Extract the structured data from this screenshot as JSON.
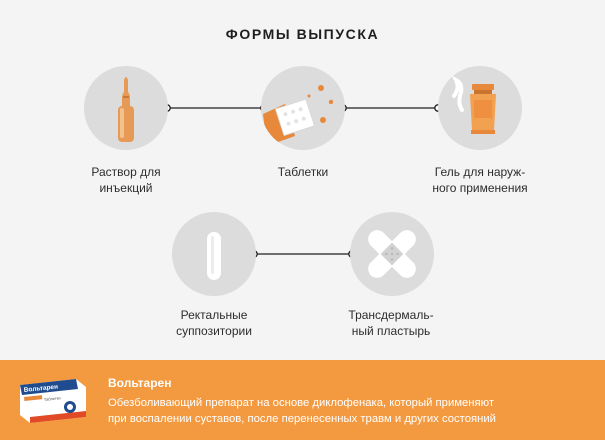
{
  "header": {
    "title": "ФОРМЫ ВЫПУСКА"
  },
  "forms": [
    {
      "icon": "ampoule-icon",
      "lines": [
        "Раствор для",
        "инъекций"
      ]
    },
    {
      "icon": "tablets-icon",
      "lines": [
        "Таблетки"
      ]
    },
    {
      "icon": "gel-tube-icon",
      "lines": [
        "Гель для наруж-",
        "ного применения"
      ]
    },
    {
      "icon": "suppository-icon",
      "lines": [
        "Ректальные",
        "суппозитории"
      ]
    },
    {
      "icon": "patch-icon",
      "lines": [
        "Трансдермаль-",
        "ный пластырь"
      ]
    }
  ],
  "product": {
    "name": "Вольтарен",
    "description_lines": [
      "Обезболивающий препарат на основе диклофенака, который применяют",
      "при воспалении суставов, после перенесенных травм и других состояний"
    ],
    "package_brand": "Вольтарен",
    "package_sub": "Таблетки"
  },
  "colors": {
    "accent": "#f39a41",
    "circle": "#dcdcdc",
    "background": "#f4f4f4"
  }
}
